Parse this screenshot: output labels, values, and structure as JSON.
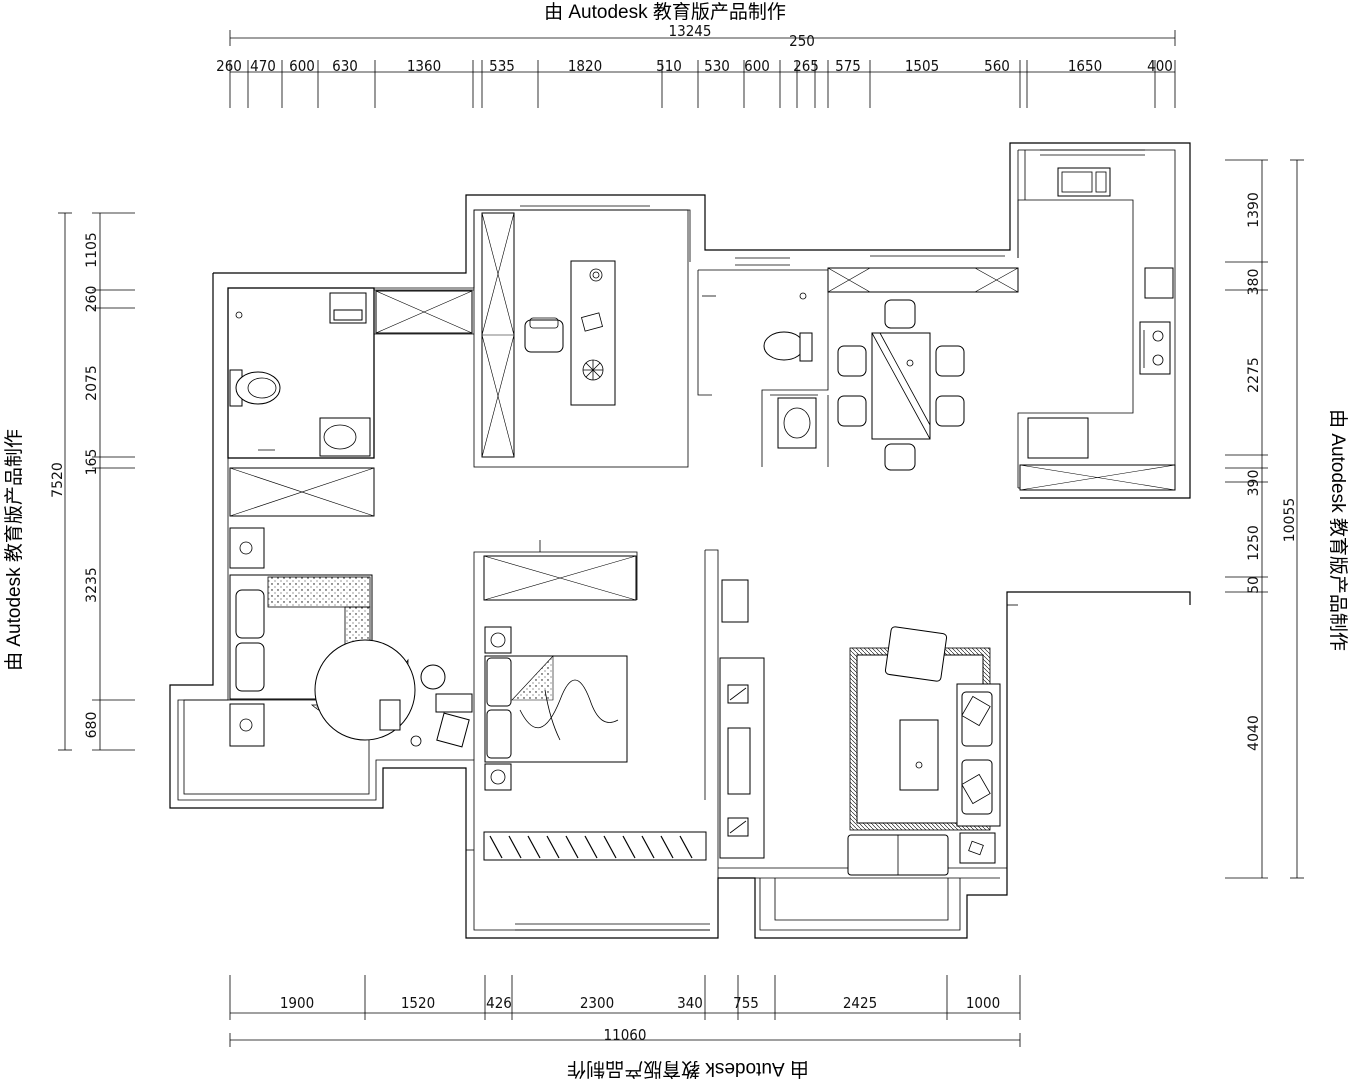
{
  "watermark": {
    "top": "由 Autodesk 教育版产品制作",
    "bottom": "由 Autodesk 教育版产品制作",
    "left": "由 Autodesk 教育版产品制作",
    "right": "由 Autodesk 教育版产品制作"
  },
  "dimensions": {
    "top_total": "13245",
    "top_extra": "250",
    "top_segments": [
      "260",
      "470",
      "600",
      "630",
      "1360",
      "535",
      "1820",
      "510",
      "530",
      "600",
      "265",
      "575",
      "1505",
      "560",
      "1650",
      "400"
    ],
    "bottom_total": "11060",
    "bottom_segments": [
      "1900",
      "1520",
      "426",
      "2300",
      "340",
      "755",
      "2425",
      "1000"
    ],
    "left_total": "7520",
    "left_segments": [
      "1105",
      "260",
      "2075",
      "165",
      "3235",
      "680"
    ],
    "right_total": "10055",
    "right_segments": [
      "1390",
      "380",
      "2275",
      "390",
      "1250",
      "50",
      "4040"
    ]
  }
}
